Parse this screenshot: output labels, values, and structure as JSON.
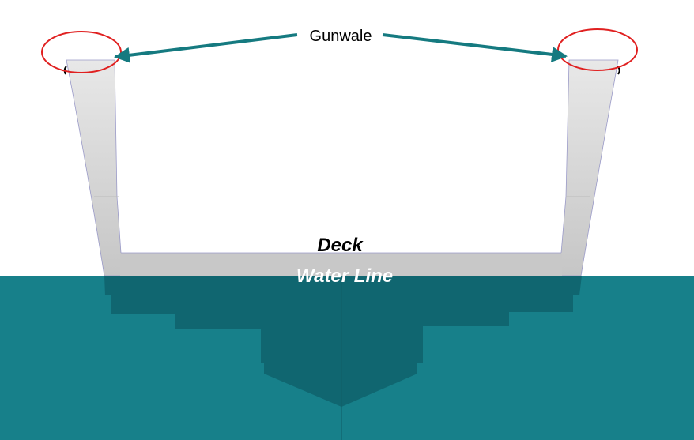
{
  "labels": {
    "gunwale": "Gunwale",
    "deck": "Deck",
    "water_line": "Water Line"
  },
  "colors": {
    "water": "#17808a",
    "hull_submerged": "#106670",
    "hull": "#dcdcdc",
    "deck": "#c8c8c8",
    "arrow": "#157a80",
    "highlight": "#e02020"
  }
}
